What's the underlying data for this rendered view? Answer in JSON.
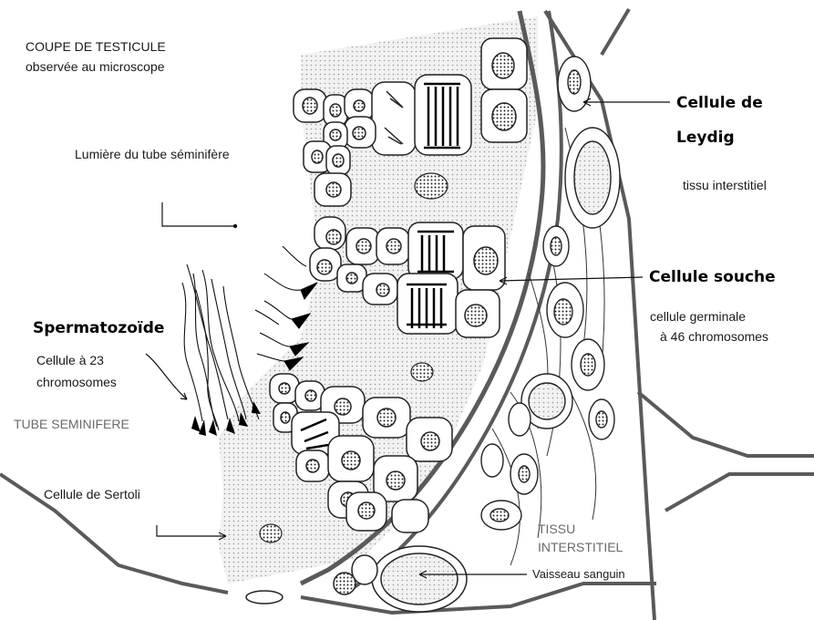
{
  "labels": {
    "title": "COUPE DE TESTICULE",
    "subtitle": "observée au microscope",
    "lumen": "Lumière du tube séminifère",
    "leydig_line1": "Cellule de",
    "leydig_line2": "Leydig",
    "interstitial_small": "tissu interstitiel",
    "stem_cell": "Cellule souche",
    "germ_line1": "cellule germinale",
    "germ_line2": "à 46 chromosomes",
    "sperm": "Spermatozoïde",
    "sperm_line1": "Cellule à 23",
    "sperm_line2": "chromosomes",
    "tube": "TUBE SEMINIFERE",
    "sertoli": "Cellule de Sertoli",
    "tissue_line1": "TISSU",
    "tissue_line2": "INTERSTITIEL",
    "vessel": "Vaisseau sanguin"
  },
  "colors": {
    "ink": "#1a1a1a",
    "wall": "#555555",
    "stipple": "#c9c9c9",
    "gray_text": "#6a6a6a"
  }
}
